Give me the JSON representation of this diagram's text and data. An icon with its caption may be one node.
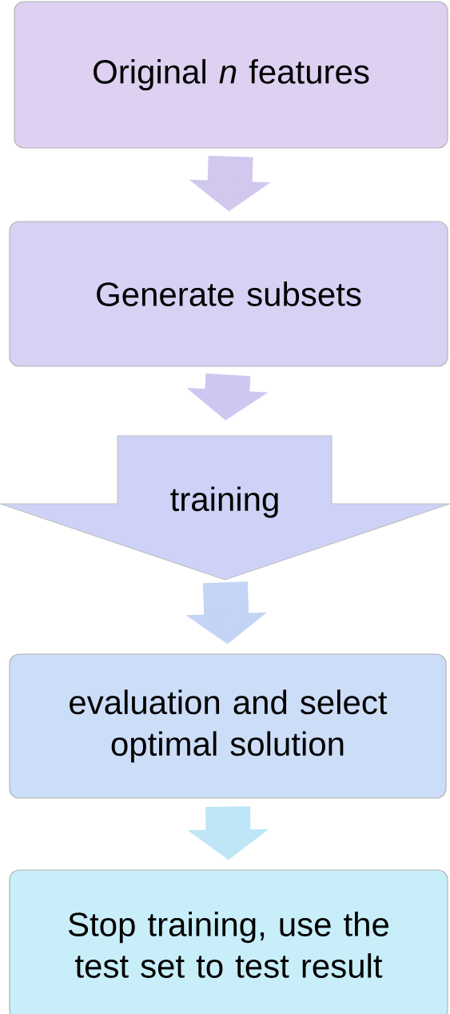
{
  "diagram": {
    "nodes": [
      {
        "text": [
          "Original *n* features"
        ]
      },
      {
        "text": [
          "Generate subsets"
        ]
      },
      {
        "text": [
          "training"
        ]
      },
      {
        "text": [
          "evaluation and select optimal solution"
        ]
      },
      {
        "text": [
          "Stop training, use the test set to test result"
        ]
      }
    ],
    "edges": [
      {
        "from": 0,
        "to": 1,
        "arrow": "to"
      },
      {
        "from": 1,
        "to": 2,
        "arrow": "to"
      },
      {
        "from": 2,
        "to": 3,
        "arrow": "to"
      },
      {
        "from": 3,
        "to": 4,
        "arrow": "to"
      }
    ]
  }
}
